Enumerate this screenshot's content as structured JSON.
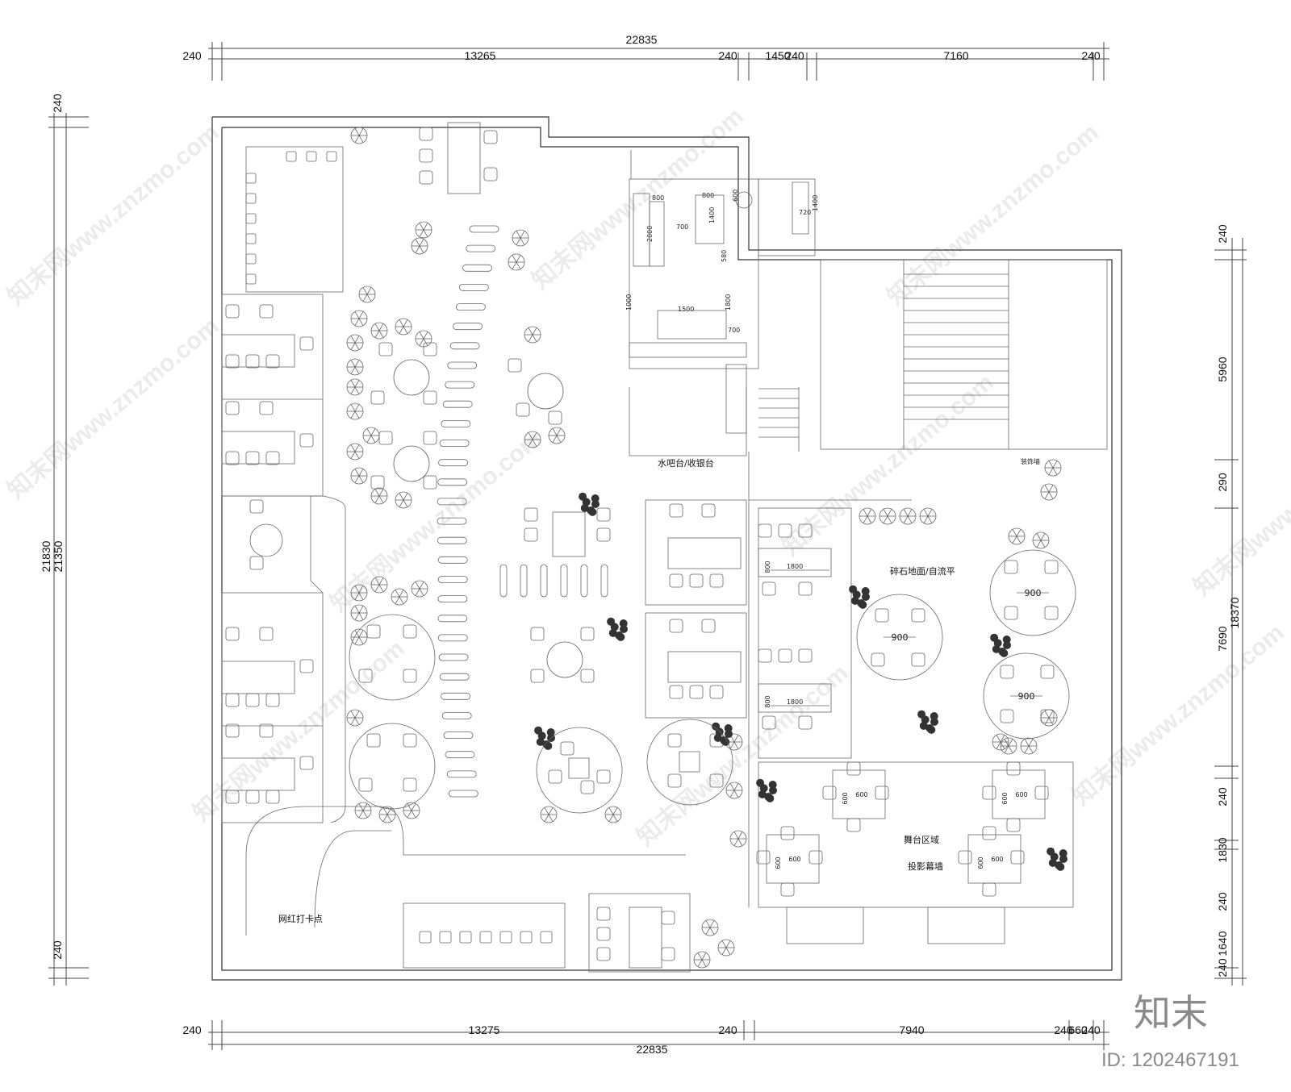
{
  "dimensions": {
    "top_total": "22835",
    "top_segments": [
      "240",
      "13265",
      "240",
      "1450",
      "240",
      "7160",
      "240"
    ],
    "bottom_total": "22835",
    "bottom_segments": [
      "240",
      "13275",
      "240",
      "7940",
      "240",
      "660",
      "240"
    ],
    "left_outer": "21830",
    "left_inner": "21350",
    "left_top": "240",
    "left_bottom": "240",
    "right_outer": "18370",
    "right_segments": [
      "240",
      "5960",
      "290",
      "7690",
      "240",
      "1830",
      "240",
      "1640",
      "240"
    ]
  },
  "labels": {
    "bar_cashier": "水吧台/收银台",
    "gravel_floor": "碎石地面/自流平",
    "stage_area": "舞台区域",
    "projection_wall": "投影幕墙",
    "photo_spot": "网红打卡点",
    "decor_wall": "装饰墙",
    "table_900": "900",
    "table_600": "600",
    "size_1800": "1800",
    "size_800": "800",
    "kitchen_dims": [
      "800",
      "800",
      "600",
      "2000",
      "700",
      "1400",
      "1400",
      "720",
      "580",
      "1000",
      "1500",
      "1800",
      "700"
    ]
  },
  "watermarks": [
    "知末网www.znzmo.com"
  ],
  "branding": {
    "logo_text": "知末",
    "id_label": "ID: 1202467191"
  }
}
